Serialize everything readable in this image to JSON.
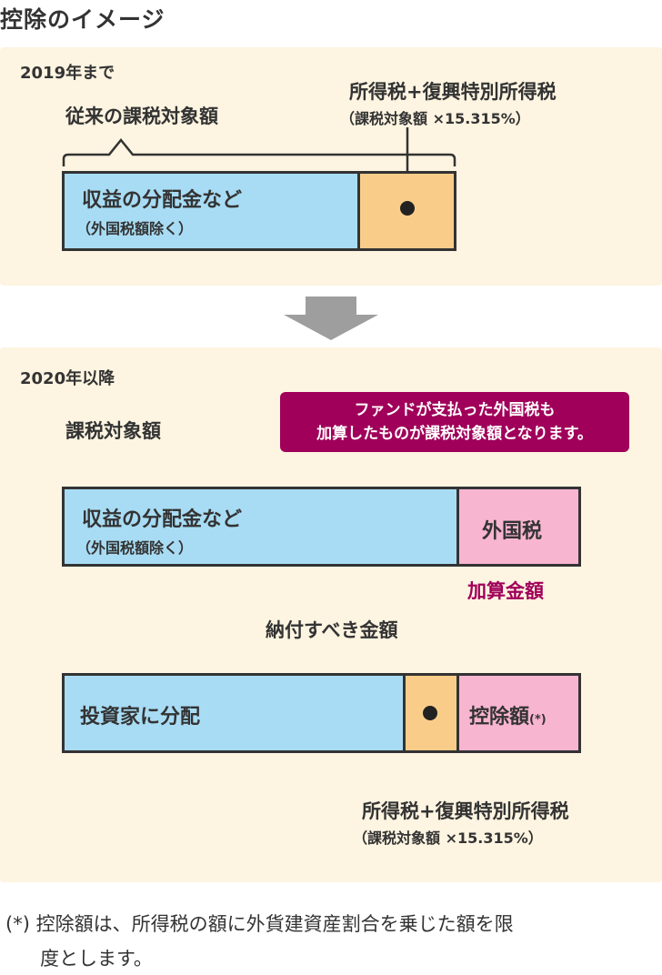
{
  "title": "控除のイメージ",
  "before": {
    "period": "2019年まで",
    "brace_label": "従来の課税対象額",
    "bar_main": "収益の分配金など",
    "bar_sub": "（外国税額除く）",
    "tax_label": "所得税+復興特別所得税",
    "tax_sub": "（課税対象額 ×15.315%）"
  },
  "after": {
    "period": "2020年以降",
    "brace_label": "課税対象額",
    "callout_line1": "ファンドが支払った外国税も",
    "callout_line2": "加算したものが課税対象額となります。",
    "bar_main": "収益の分配金など",
    "bar_sub": "（外国税額除く）",
    "foreign_tax": "外国税",
    "added_amount": "加算金額",
    "payable_label": "納付すべき金額",
    "distribute_label": "投資家に分配",
    "deduction_label": "控除額",
    "deduction_mark": "(*)",
    "tax_label": "所得税+復興特別所得税",
    "tax_sub": "（課税対象額 ×15.315%）"
  },
  "footnote": {
    "mark": "(*)",
    "line1": "控除額は、所得税の額に外貨建資産割合を乗じた額を限",
    "line2": "度とします。"
  },
  "colors": {
    "panel_bg": "#fdf4e1",
    "blue_bar": "#a8dcf4",
    "orange_bar": "#f9cd89",
    "pink_bar": "#f8b5d0",
    "accent": "#a0005a",
    "arrow": "#9e9e9e"
  }
}
